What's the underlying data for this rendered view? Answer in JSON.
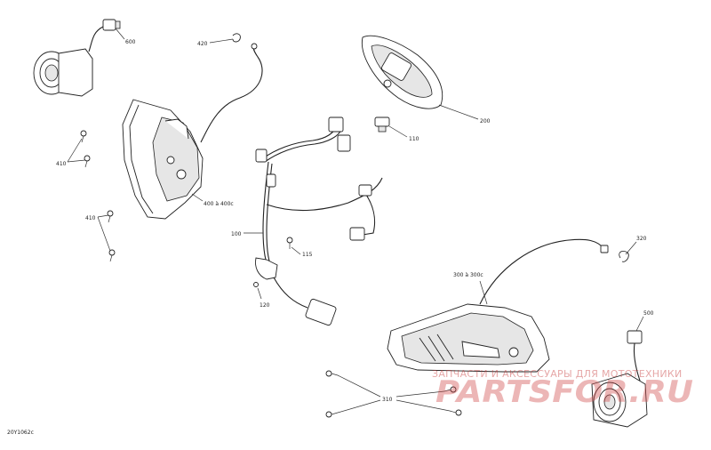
{
  "callouts": {
    "c600_top": "600",
    "c420": "420",
    "c200": "200",
    "c110": "110",
    "c410_a": "410",
    "c400": "400 à 400c",
    "c410_b": "410",
    "c100": "100",
    "c115": "115",
    "c120": "120",
    "c320": "320",
    "c300": "300 à 300c",
    "c500": "500",
    "c310": "310"
  },
  "diagram_id": "20Y1062c",
  "watermark": {
    "line": "ЗАПЧАСТИ И АКСЕССУАРЫ ДЛЯ МОТОТЕХНИКИ",
    "brand": "PARTSFOR.RU"
  }
}
